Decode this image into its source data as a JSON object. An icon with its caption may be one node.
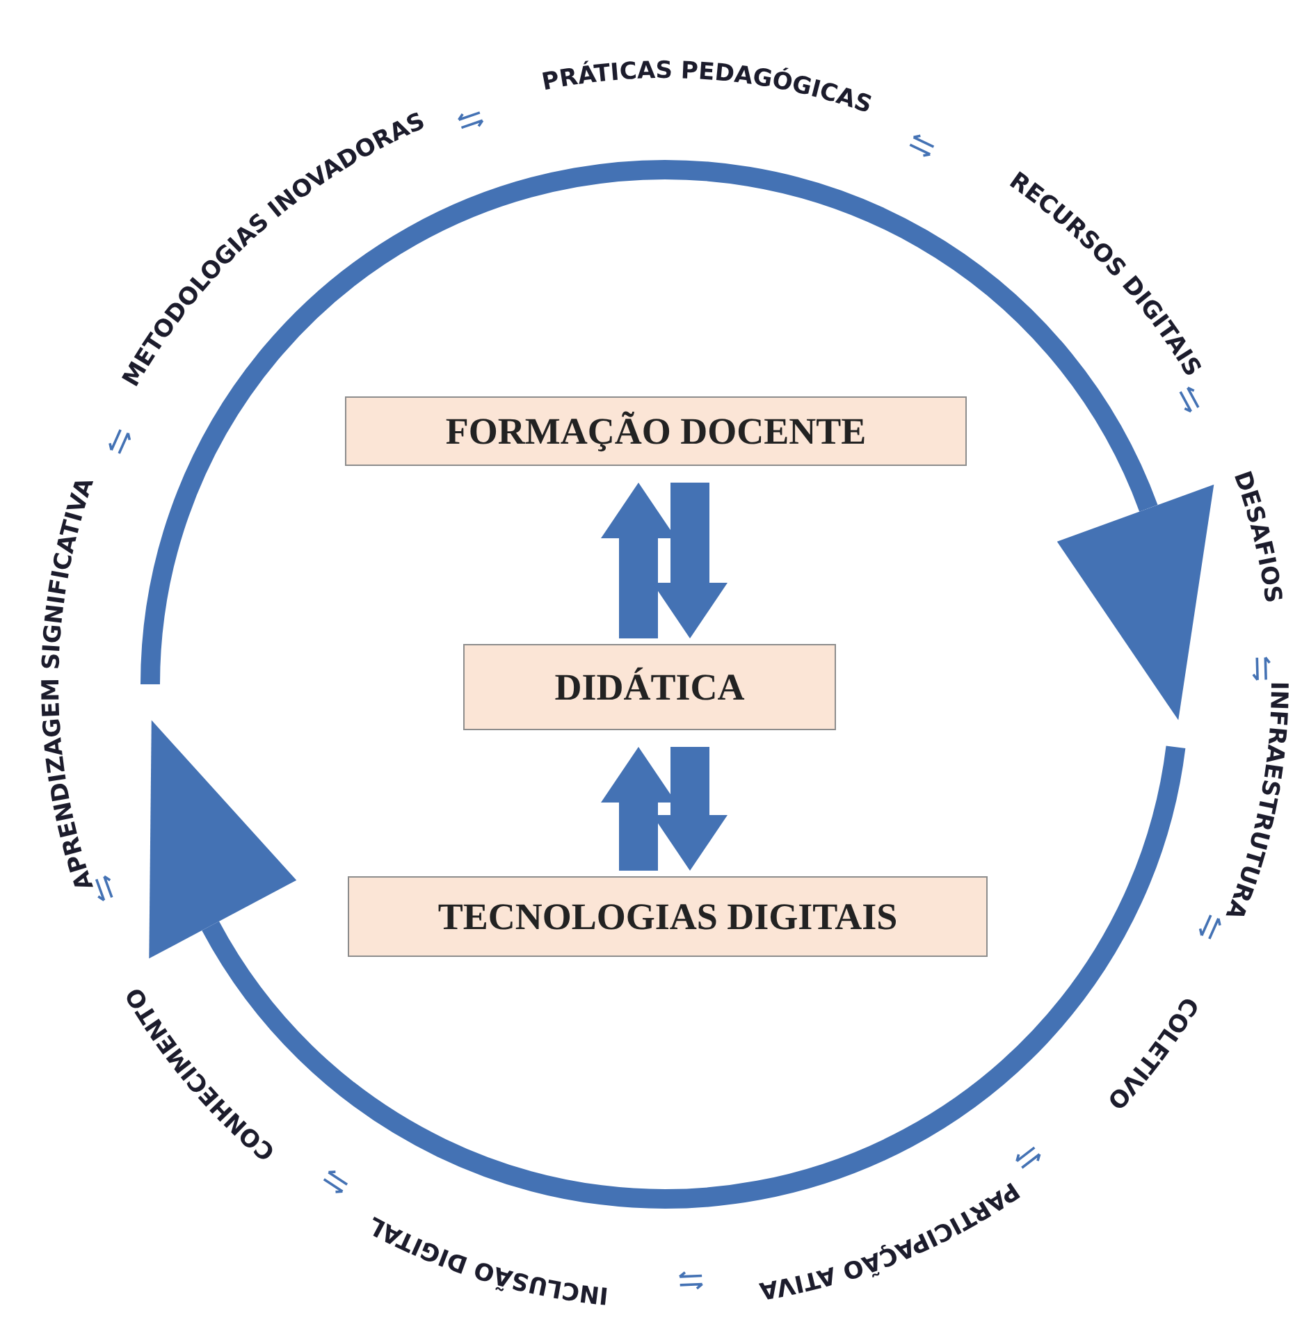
{
  "diagram": {
    "nodes": [
      {
        "text": [
          "FORMAÇÃO DOCENTE"
        ]
      },
      {
        "text": [
          "DIDÁTICA"
        ]
      },
      {
        "text": [
          "TECNOLOGIAS DIGITAIS"
        ]
      }
    ],
    "edges": [
      {
        "from": 1,
        "to": 0,
        "arrow": "to"
      },
      {
        "from": 0,
        "to": 1,
        "arrow": "to"
      },
      {
        "from": 2,
        "to": 1,
        "arrow": "to"
      },
      {
        "from": 1,
        "to": 2,
        "arrow": "to"
      }
    ],
    "labels": [
      "METODOLOGIAS INOVADORAS",
      "PRÁTICAS PEDAGÓGICAS",
      "RECURSOS DIGITAIS",
      "DESAFIOS",
      "INFRAESTRUTURA",
      "COLETIVO",
      "PARTICIPAÇÃO ATIVA",
      "INCLUSÃO DIGITAL",
      "CONHECIMENTO",
      "APRENDIZAGEM SIGNIFICATIVA"
    ]
  }
}
